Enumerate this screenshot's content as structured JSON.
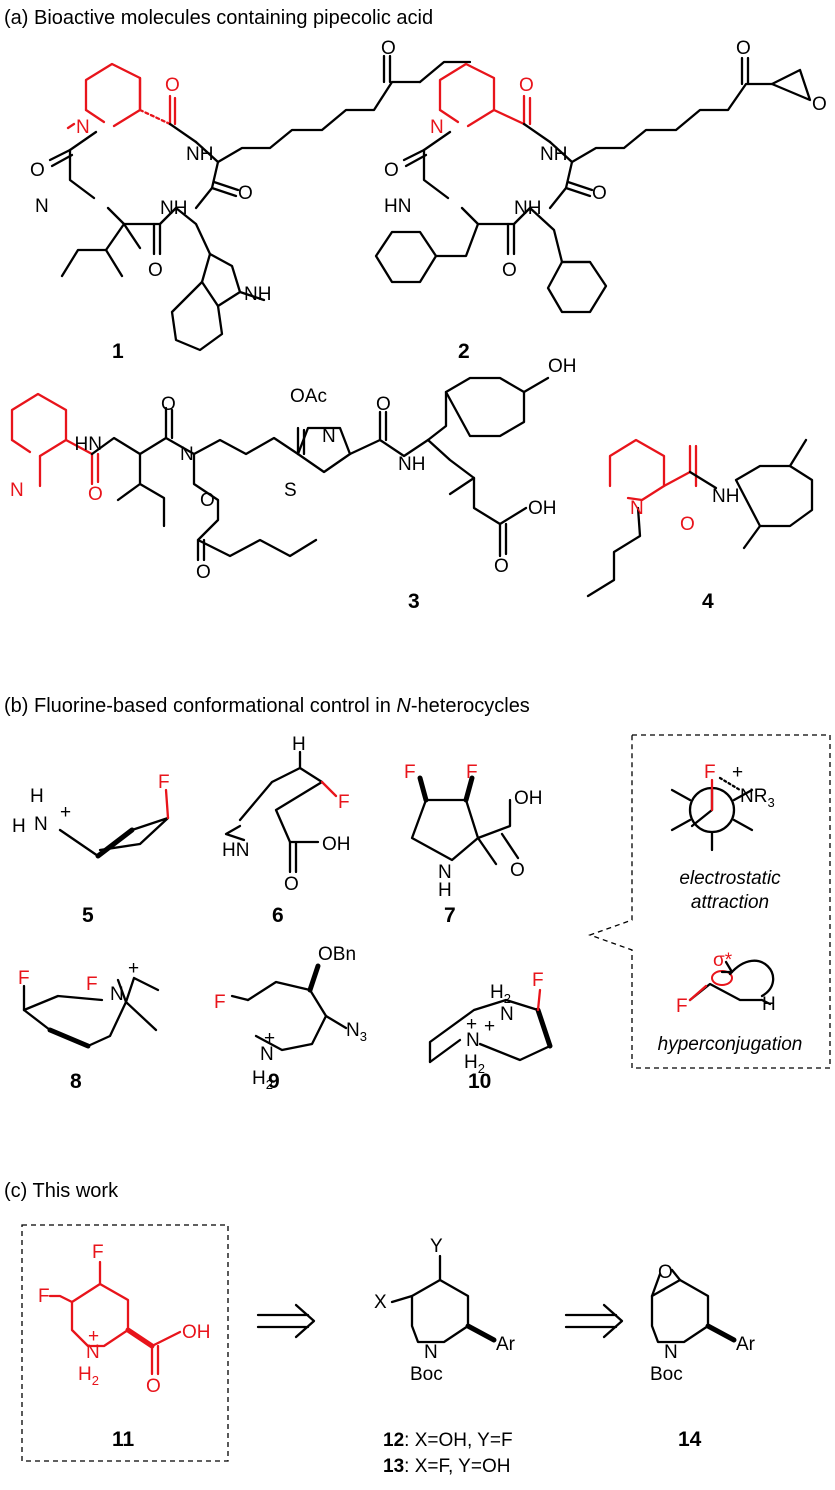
{
  "sections": {
    "a": {
      "prefix": "(a) ",
      "text": "Bioactive molecules containing pipecolic acid"
    },
    "b": {
      "prefix": "(b) ",
      "text_before": "Fluorine-based conformational control in ",
      "text_italic": "N",
      "text_after": "-heterocycles"
    },
    "c": {
      "prefix": "(c) ",
      "text": "This work"
    }
  },
  "compound_numbers": {
    "c1": "1",
    "c2": "2",
    "c3": "3",
    "c4": "4",
    "c5": "5",
    "c6": "6",
    "c7": "7",
    "c8": "8",
    "c9": "9",
    "c10": "10",
    "c11": "11",
    "c12": "12",
    "c13": "13",
    "c14": "14"
  },
  "captions": {
    "c12_rest": ": X=OH, Y=F",
    "c13_rest": ": X=F, Y=OH"
  },
  "effects": {
    "electrostatic_line1": "electrostatic",
    "electrostatic_line2": "attraction",
    "hyperconjugation": "hyperconjugation",
    "nr3": "NR",
    "nr3_sub": "3",
    "sigma_star": "σ*"
  },
  "atoms": {
    "N": "N",
    "O": "O",
    "F": "F",
    "H": "H",
    "NH": "NH",
    "HN": "HN",
    "S": "S",
    "OH": "OH",
    "OAc": "OAc",
    "OBn": "OBn",
    "N3": "N",
    "N3_sub": "3",
    "H2": "H",
    "H2_sub": "2",
    "plus": "+",
    "Boc": "Boc",
    "Ar": "Ar",
    "X": "X",
    "Y": "Y"
  },
  "colors": {
    "highlight": "#e8141b",
    "ink": "#000000"
  },
  "arrows": [
    "retrosynthesis-arrow",
    "retrosynthesis-arrow"
  ]
}
